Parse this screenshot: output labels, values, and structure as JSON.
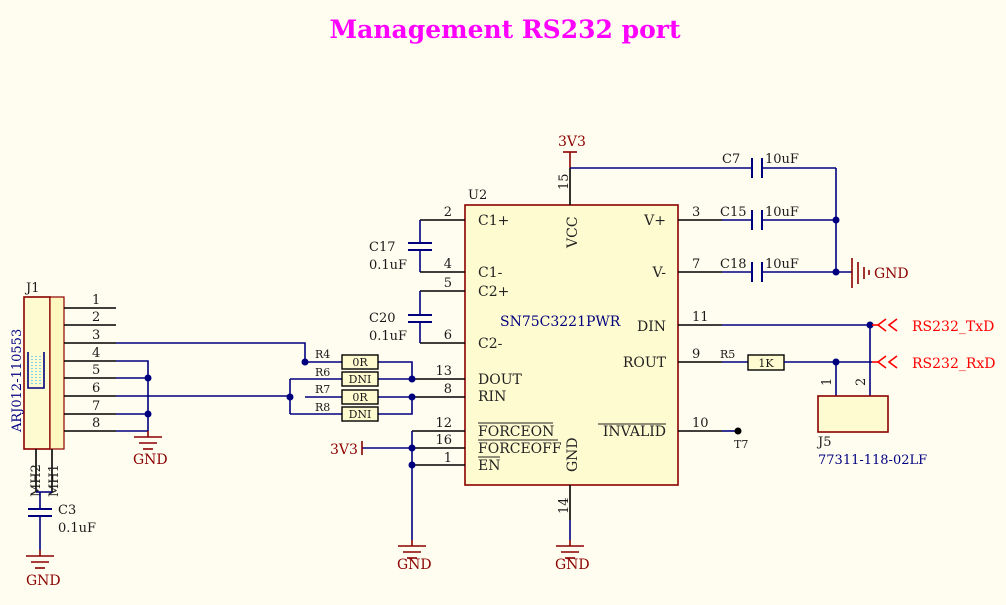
{
  "title": "Management RS232 port",
  "u2": {
    "ref": "U2",
    "part": "SN75C3221PWR",
    "pins_left": [
      {
        "num": "2",
        "name": "C1+"
      },
      {
        "num": "4",
        "name": "C1-"
      },
      {
        "num": "5",
        "name": "C2+"
      },
      {
        "num": "6",
        "name": "C2-"
      },
      {
        "num": "13",
        "name": "DOUT"
      },
      {
        "num": "8",
        "name": "RIN"
      },
      {
        "num": "12",
        "name": "FORCEON"
      },
      {
        "num": "16",
        "name": "FORCEOFF"
      },
      {
        "num": "1",
        "name": "EN"
      }
    ],
    "pins_right": [
      {
        "num": "3",
        "name": "V+"
      },
      {
        "num": "7",
        "name": "V-"
      },
      {
        "num": "11",
        "name": "DIN"
      },
      {
        "num": "9",
        "name": "ROUT"
      },
      {
        "num": "10",
        "name": "INVALID"
      }
    ],
    "vcc_pin": {
      "num": "15",
      "name": "VCC"
    },
    "gnd_pin": {
      "num": "14",
      "name": "GND"
    }
  },
  "j1": {
    "ref": "J1",
    "part": "ARJ012-110553",
    "pins": [
      "1",
      "2",
      "3",
      "4",
      "5",
      "6",
      "7",
      "8"
    ],
    "mh": [
      "MH2",
      "MH1"
    ]
  },
  "j5": {
    "ref": "J5",
    "part": "77311-118-02LF",
    "pins": [
      "1",
      "2"
    ]
  },
  "caps": [
    {
      "ref": "C7",
      "value": "10uF"
    },
    {
      "ref": "C15",
      "value": "10uF"
    },
    {
      "ref": "C18",
      "value": "10uF"
    },
    {
      "ref": "C17",
      "value": "0.1uF"
    },
    {
      "ref": "C20",
      "value": "0.1uF"
    },
    {
      "ref": "C3",
      "value": "0.1uF"
    }
  ],
  "resistors": [
    {
      "ref": "R4",
      "value": "0R"
    },
    {
      "ref": "R6",
      "value": "DNI"
    },
    {
      "ref": "R7",
      "value": "0R"
    },
    {
      "ref": "R8",
      "value": "DNI"
    },
    {
      "ref": "R5",
      "value": "1K"
    }
  ],
  "nets": {
    "vcc": "3V3",
    "gnd": "GND",
    "txd": "RS232_TxD",
    "rxd": "RS232_RxD",
    "testpoint": "T7"
  }
}
